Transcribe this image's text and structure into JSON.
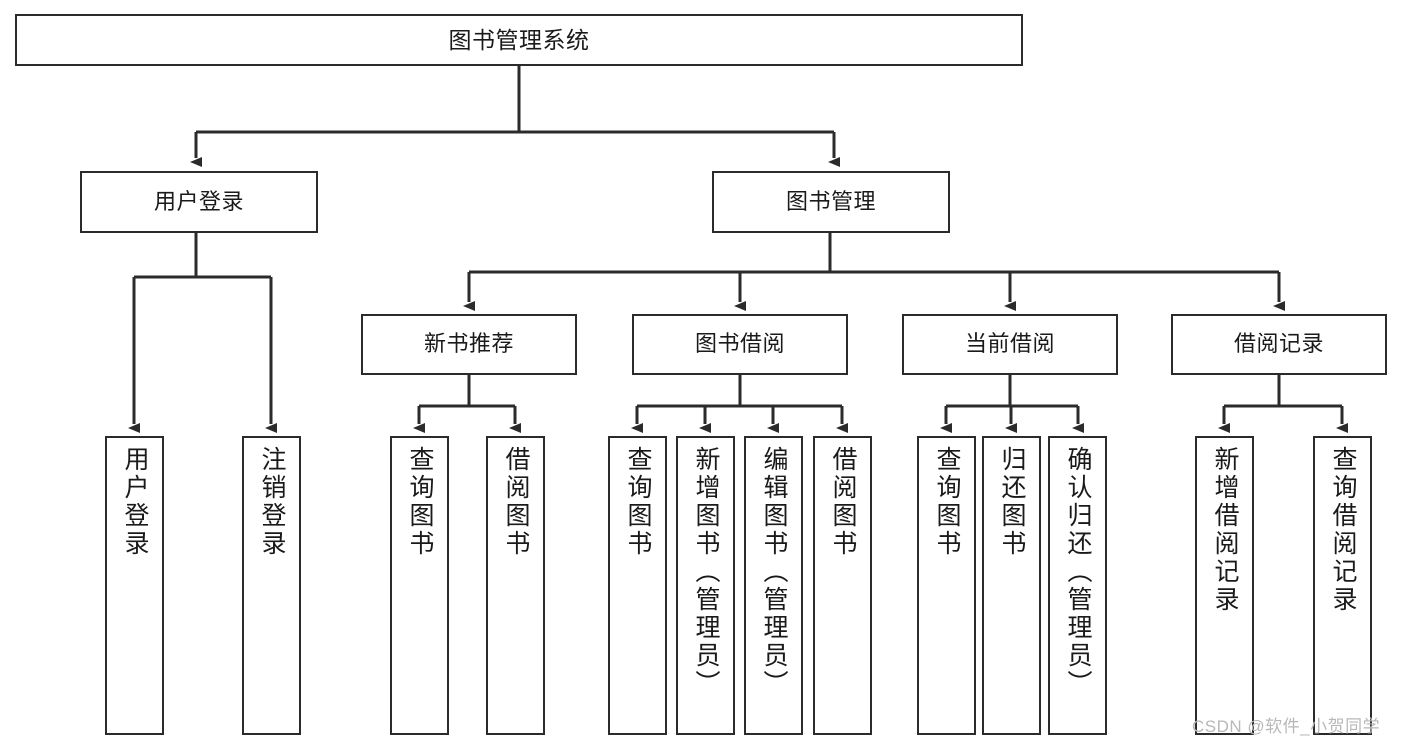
{
  "diagram": {
    "title": "图书管理系统",
    "type": "hierarchy-tree",
    "colors": {
      "box_border": "#2b2b2b",
      "box_fill": "#ffffff",
      "connector": "#2b2b2b",
      "text": "#1a1a1a",
      "watermark": "#b8b8b8",
      "background": "#ffffff"
    },
    "root": {
      "label": "图书管理系统"
    },
    "level2": [
      {
        "label": "用户登录"
      },
      {
        "label": "图书管理"
      }
    ],
    "level3": [
      {
        "label": "新书推荐"
      },
      {
        "label": "图书借阅"
      },
      {
        "label": "当前借阅"
      },
      {
        "label": "借阅记录"
      }
    ],
    "leaves": {
      "user_login": [
        {
          "label": "用户登录"
        },
        {
          "label": "注销登录"
        }
      ],
      "new_book_recommend": [
        {
          "label": "查询图书"
        },
        {
          "label": "借阅图书"
        }
      ],
      "book_borrow": [
        {
          "label": "查询图书"
        },
        {
          "label": "新增图书（管理员）"
        },
        {
          "label": "编辑图书（管理员）"
        },
        {
          "label": "借阅图书"
        }
      ],
      "current_borrow": [
        {
          "label": "查询图书"
        },
        {
          "label": "归还图书"
        },
        {
          "label": "确认归还（管理员）"
        }
      ],
      "borrow_record": [
        {
          "label": "新增借阅记录"
        },
        {
          "label": "查询借阅记录"
        }
      ]
    }
  },
  "watermark": {
    "text": "CSDN @软件_小贺同学"
  }
}
